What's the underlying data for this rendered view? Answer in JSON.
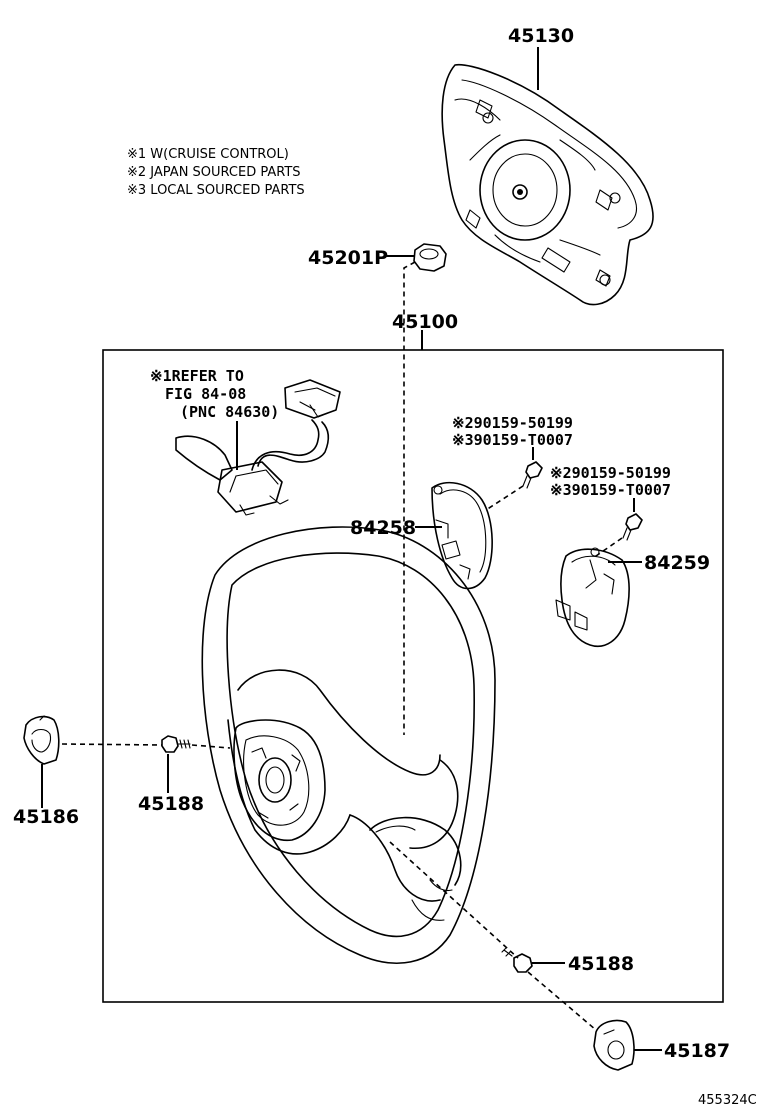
{
  "notes": {
    "n1": "※1 W(CRUISE CONTROL)",
    "n2": "※2 JAPAN SOURCED PARTS",
    "n3": "※3 LOCAL SOURCED PARTS"
  },
  "parts": {
    "p45130": "45130",
    "p45201": "45201P",
    "p45100": "45100",
    "p84258": "84258",
    "p84259": "84259",
    "p45186": "45186",
    "p45188a": "45188",
    "p45188b": "45188",
    "p45187": "45187"
  },
  "cruise_ref": {
    "line1": "※1REFER TO",
    "line2": "FIG 84-08",
    "line3": "(PNC 84630)"
  },
  "screws": {
    "a_line1": "※290159-50199",
    "a_line2": "※390159-T0007",
    "b_line1": "※290159-50199",
    "b_line2": "※390159-T0007"
  },
  "figure_id": "455324C"
}
